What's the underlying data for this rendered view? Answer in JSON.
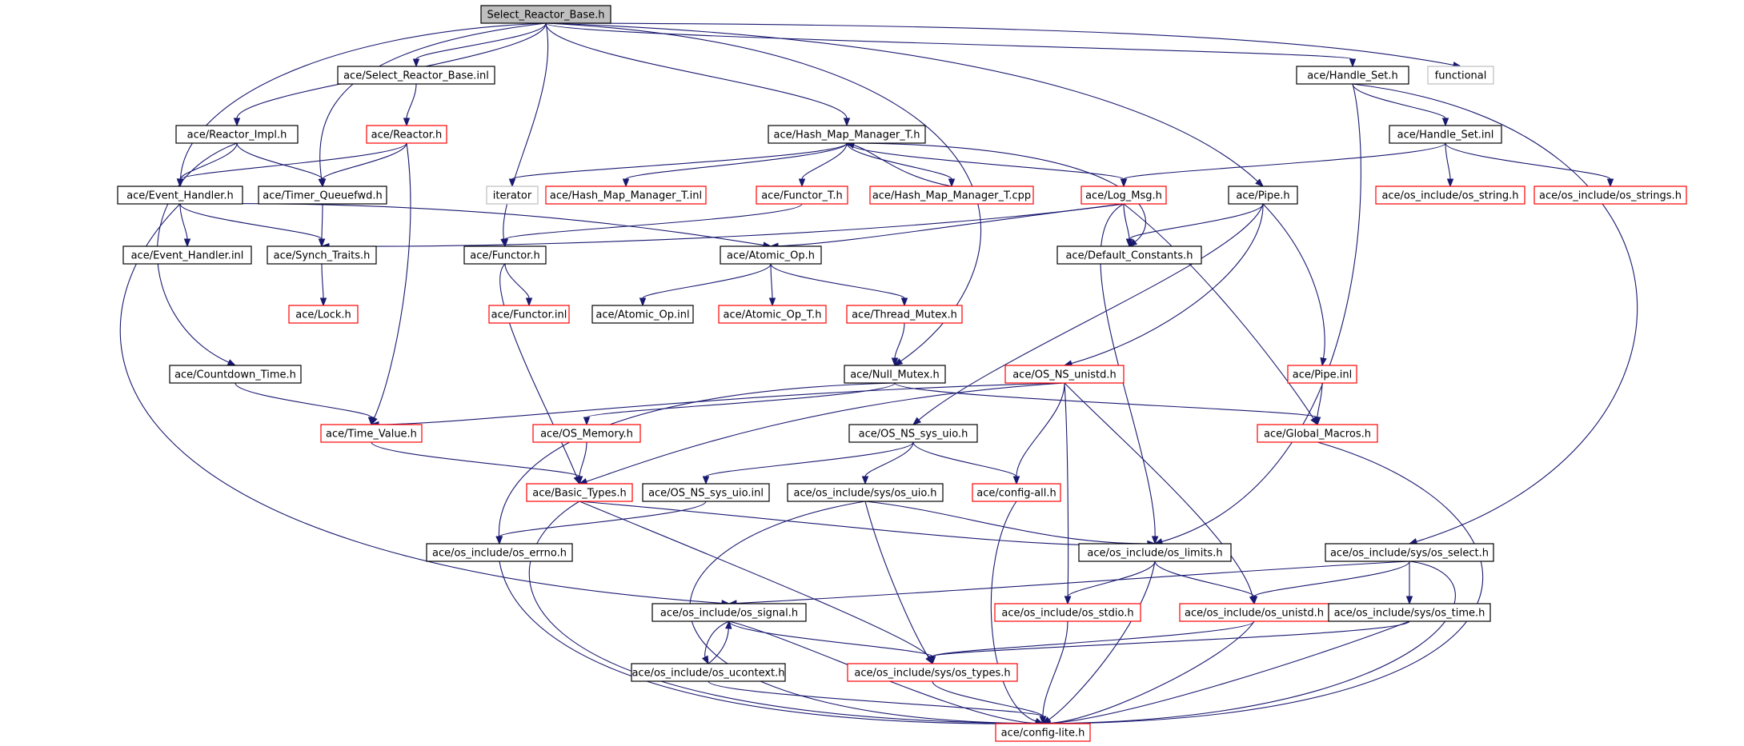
{
  "colors": {
    "edge": "#191970",
    "border_black": "#000000",
    "border_red": "#ff0000",
    "border_gray": "#bfbfbf",
    "root_fill": "#bfbfbf",
    "node_fill": "#ffffff"
  },
  "nodes": {
    "select_reactor_base_h": {
      "label": "Select_Reactor_Base.h",
      "style": "root"
    },
    "select_reactor_base_inl": {
      "label": "ace/Select_Reactor_Base.inl",
      "style": "black"
    },
    "handle_set_h": {
      "label": "ace/Handle_Set.h",
      "style": "black"
    },
    "functional": {
      "label": "functional",
      "style": "gray"
    },
    "reactor_impl_h": {
      "label": "ace/Reactor_Impl.h",
      "style": "black"
    },
    "reactor_h": {
      "label": "ace/Reactor.h",
      "style": "red"
    },
    "hash_map_manager_t_h": {
      "label": "ace/Hash_Map_Manager_T.h",
      "style": "black"
    },
    "handle_set_inl": {
      "label": "ace/Handle_Set.inl",
      "style": "black"
    },
    "event_handler_h": {
      "label": "ace/Event_Handler.h",
      "style": "black"
    },
    "timer_queuefwd_h": {
      "label": "ace/Timer_Queuefwd.h",
      "style": "black"
    },
    "iterator": {
      "label": "iterator",
      "style": "gray"
    },
    "hash_map_manager_t_inl": {
      "label": "ace/Hash_Map_Manager_T.inl",
      "style": "red"
    },
    "functor_t_h": {
      "label": "ace/Functor_T.h",
      "style": "red"
    },
    "hash_map_manager_t_cpp": {
      "label": "ace/Hash_Map_Manager_T.cpp",
      "style": "red"
    },
    "log_msg_h": {
      "label": "ace/Log_Msg.h",
      "style": "red"
    },
    "pipe_h": {
      "label": "ace/Pipe.h",
      "style": "black"
    },
    "os_string_h": {
      "label": "ace/os_include/os_string.h",
      "style": "red"
    },
    "os_strings_h": {
      "label": "ace/os_include/os_strings.h",
      "style": "red"
    },
    "event_handler_inl": {
      "label": "ace/Event_Handler.inl",
      "style": "black"
    },
    "synch_traits_h": {
      "label": "ace/Synch_Traits.h",
      "style": "black"
    },
    "functor_h": {
      "label": "ace/Functor.h",
      "style": "black"
    },
    "atomic_op_h": {
      "label": "ace/Atomic_Op.h",
      "style": "black"
    },
    "default_constants_h": {
      "label": "ace/Default_Constants.h",
      "style": "black"
    },
    "lock_h": {
      "label": "ace/Lock.h",
      "style": "red"
    },
    "functor_inl": {
      "label": "ace/Functor.inl",
      "style": "red"
    },
    "atomic_op_inl": {
      "label": "ace/Atomic_Op.inl",
      "style": "black"
    },
    "atomic_op_t_h": {
      "label": "ace/Atomic_Op_T.h",
      "style": "red"
    },
    "thread_mutex_h": {
      "label": "ace/Thread_Mutex.h",
      "style": "red"
    },
    "countdown_time_h": {
      "label": "ace/Countdown_Time.h",
      "style": "black"
    },
    "null_mutex_h": {
      "label": "ace/Null_Mutex.h",
      "style": "black"
    },
    "os_ns_unistd_h": {
      "label": "ace/OS_NS_unistd.h",
      "style": "red"
    },
    "pipe_inl": {
      "label": "ace/Pipe.inl",
      "style": "red"
    },
    "time_value_h": {
      "label": "ace/Time_Value.h",
      "style": "red"
    },
    "os_memory_h": {
      "label": "ace/OS_Memory.h",
      "style": "red"
    },
    "os_ns_sys_uio_h": {
      "label": "ace/OS_NS_sys_uio.h",
      "style": "black"
    },
    "global_macros_h": {
      "label": "ace/Global_Macros.h",
      "style": "red"
    },
    "basic_types_h": {
      "label": "ace/Basic_Types.h",
      "style": "red"
    },
    "os_ns_sys_uio_inl": {
      "label": "ace/OS_NS_sys_uio.inl",
      "style": "black"
    },
    "os_uio_h": {
      "label": "ace/os_include/sys/os_uio.h",
      "style": "black"
    },
    "config_all_h": {
      "label": "ace/config-all.h",
      "style": "red"
    },
    "os_errno_h": {
      "label": "ace/os_include/os_errno.h",
      "style": "black"
    },
    "os_limits_h": {
      "label": "ace/os_include/os_limits.h",
      "style": "black"
    },
    "os_select_h": {
      "label": "ace/os_include/sys/os_select.h",
      "style": "black"
    },
    "os_signal_h": {
      "label": "ace/os_include/os_signal.h",
      "style": "black"
    },
    "os_stdio_h": {
      "label": "ace/os_include/os_stdio.h",
      "style": "red"
    },
    "os_unistd_h": {
      "label": "ace/os_include/os_unistd.h",
      "style": "red"
    },
    "os_time_h": {
      "label": "ace/os_include/sys/os_time.h",
      "style": "black"
    },
    "os_ucontext_h": {
      "label": "ace/os_include/os_ucontext.h",
      "style": "black"
    },
    "os_types_h": {
      "label": "ace/os_include/sys/os_types.h",
      "style": "red"
    },
    "config_lite_h": {
      "label": "ace/config-lite.h",
      "style": "red"
    }
  },
  "edges": [
    [
      "select_reactor_base_h",
      "select_reactor_base_inl"
    ],
    [
      "select_reactor_base_h",
      "handle_set_h"
    ],
    [
      "select_reactor_base_h",
      "functional"
    ],
    [
      "select_reactor_base_h",
      "reactor_impl_h"
    ],
    [
      "select_reactor_base_h",
      "event_handler_h"
    ],
    [
      "select_reactor_base_h",
      "timer_queuefwd_h"
    ],
    [
      "select_reactor_base_h",
      "hash_map_manager_t_h"
    ],
    [
      "select_reactor_base_h",
      "functor_h"
    ],
    [
      "select_reactor_base_h",
      "pipe_h"
    ],
    [
      "select_reactor_base_h",
      "null_mutex_h"
    ],
    [
      "select_reactor_base_inl",
      "reactor_h"
    ],
    [
      "handle_set_h",
      "handle_set_inl"
    ],
    [
      "handle_set_h",
      "os_limits_h"
    ],
    [
      "handle_set_h",
      "os_select_h"
    ],
    [
      "reactor_impl_h",
      "event_handler_h"
    ],
    [
      "reactor_impl_h",
      "timer_queuefwd_h"
    ],
    [
      "reactor_impl_h",
      "countdown_time_h"
    ],
    [
      "reactor_h",
      "event_handler_h"
    ],
    [
      "reactor_h",
      "timer_queuefwd_h"
    ],
    [
      "reactor_h",
      "time_value_h"
    ],
    [
      "hash_map_manager_t_h",
      "iterator"
    ],
    [
      "hash_map_manager_t_h",
      "hash_map_manager_t_inl"
    ],
    [
      "hash_map_manager_t_h",
      "functor_t_h"
    ],
    [
      "hash_map_manager_t_h",
      "hash_map_manager_t_cpp"
    ],
    [
      "hash_map_manager_t_h",
      "log_msg_h"
    ],
    [
      "hash_map_manager_t_h",
      "default_constants_h"
    ],
    [
      "hash_map_manager_t_cpp",
      "hash_map_manager_t_h"
    ],
    [
      "handle_set_inl",
      "log_msg_h"
    ],
    [
      "handle_set_inl",
      "os_string_h"
    ],
    [
      "handle_set_inl",
      "os_strings_h"
    ],
    [
      "event_handler_h",
      "event_handler_inl"
    ],
    [
      "event_handler_h",
      "synch_traits_h"
    ],
    [
      "event_handler_h",
      "atomic_op_h"
    ],
    [
      "event_handler_h",
      "os_signal_h"
    ],
    [
      "timer_queuefwd_h",
      "synch_traits_h"
    ],
    [
      "functor_t_h",
      "functor_h"
    ],
    [
      "log_msg_h",
      "default_constants_h"
    ],
    [
      "log_msg_h",
      "atomic_op_h"
    ],
    [
      "log_msg_h",
      "synch_traits_h"
    ],
    [
      "log_msg_h",
      "global_macros_h"
    ],
    [
      "log_msg_h",
      "os_limits_h"
    ],
    [
      "pipe_h",
      "default_constants_h"
    ],
    [
      "pipe_h",
      "os_ns_unistd_h"
    ],
    [
      "pipe_h",
      "os_ns_sys_uio_h"
    ],
    [
      "pipe_h",
      "pipe_inl"
    ],
    [
      "synch_traits_h",
      "lock_h"
    ],
    [
      "functor_h",
      "functor_inl"
    ],
    [
      "functor_h",
      "basic_types_h"
    ],
    [
      "atomic_op_h",
      "atomic_op_inl"
    ],
    [
      "atomic_op_h",
      "atomic_op_t_h"
    ],
    [
      "atomic_op_h",
      "thread_mutex_h"
    ],
    [
      "thread_mutex_h",
      "null_mutex_h"
    ],
    [
      "countdown_time_h",
      "time_value_h"
    ],
    [
      "null_mutex_h",
      "os_memory_h"
    ],
    [
      "null_mutex_h",
      "global_macros_h"
    ],
    [
      "null_mutex_h",
      "os_errno_h"
    ],
    [
      "os_ns_unistd_h",
      "time_value_h"
    ],
    [
      "os_ns_unistd_h",
      "basic_types_h"
    ],
    [
      "os_ns_unistd_h",
      "config_all_h"
    ],
    [
      "os_ns_unistd_h",
      "os_stdio_h"
    ],
    [
      "os_ns_unistd_h",
      "os_unistd_h"
    ],
    [
      "pipe_inl",
      "global_macros_h"
    ],
    [
      "time_value_h",
      "basic_types_h"
    ],
    [
      "os_memory_h",
      "basic_types_h"
    ],
    [
      "os_ns_sys_uio_h",
      "os_ns_sys_uio_inl"
    ],
    [
      "os_ns_sys_uio_h",
      "os_uio_h"
    ],
    [
      "os_ns_sys_uio_h",
      "config_all_h"
    ],
    [
      "global_macros_h",
      "config_lite_h"
    ],
    [
      "basic_types_h",
      "os_limits_h"
    ],
    [
      "basic_types_h",
      "os_types_h"
    ],
    [
      "basic_types_h",
      "config_lite_h"
    ],
    [
      "os_ns_sys_uio_inl",
      "os_errno_h"
    ],
    [
      "os_uio_h",
      "os_limits_h"
    ],
    [
      "os_uio_h",
      "os_types_h"
    ],
    [
      "os_uio_h",
      "config_lite_h"
    ],
    [
      "config_all_h",
      "config_lite_h"
    ],
    [
      "os_errno_h",
      "config_lite_h"
    ],
    [
      "os_limits_h",
      "os_stdio_h"
    ],
    [
      "os_limits_h",
      "os_unistd_h"
    ],
    [
      "os_limits_h",
      "config_lite_h"
    ],
    [
      "os_select_h",
      "os_signal_h"
    ],
    [
      "os_select_h",
      "os_unistd_h"
    ],
    [
      "os_select_h",
      "os_time_h"
    ],
    [
      "os_select_h",
      "config_lite_h"
    ],
    [
      "os_signal_h",
      "os_ucontext_h"
    ],
    [
      "os_signal_h",
      "os_types_h"
    ],
    [
      "os_signal_h",
      "config_lite_h"
    ],
    [
      "os_ucontext_h",
      "os_signal_h"
    ],
    [
      "os_ucontext_h",
      "config_lite_h"
    ],
    [
      "os_stdio_h",
      "config_lite_h"
    ],
    [
      "os_unistd_h",
      "os_types_h"
    ],
    [
      "os_unistd_h",
      "config_lite_h"
    ],
    [
      "os_time_h",
      "os_types_h"
    ],
    [
      "os_time_h",
      "config_lite_h"
    ],
    [
      "os_types_h",
      "config_lite_h"
    ]
  ]
}
